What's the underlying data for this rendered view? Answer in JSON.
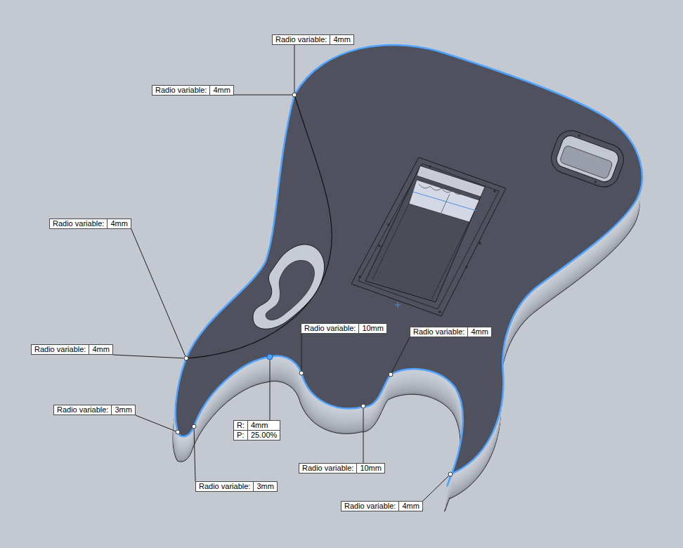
{
  "diagram": {
    "nodes": [
      {
        "text": [
          "Radio variable:",
          "4mm"
        ]
      },
      {
        "text": [
          "Radio variable:",
          "4mm"
        ]
      },
      {
        "text": [
          "Radio variable:",
          "4mm"
        ]
      },
      {
        "text": [
          "Radio variable:",
          "10mm"
        ]
      },
      {
        "text": [
          "Radio variable:",
          "4mm"
        ]
      },
      {
        "text": [
          "Radio variable:",
          "4mm"
        ]
      },
      {
        "text": [
          "Radio variable:",
          "3mm"
        ]
      },
      {
        "text": [
          "R:",
          "4mm",
          "P:",
          "25.00%"
        ]
      },
      {
        "text": [
          "Radio variable:",
          "10mm"
        ]
      },
      {
        "text": [
          "Radio variable:",
          "3mm"
        ]
      },
      {
        "text": [
          "Radio variable:",
          "4mm"
        ]
      }
    ]
  }
}
